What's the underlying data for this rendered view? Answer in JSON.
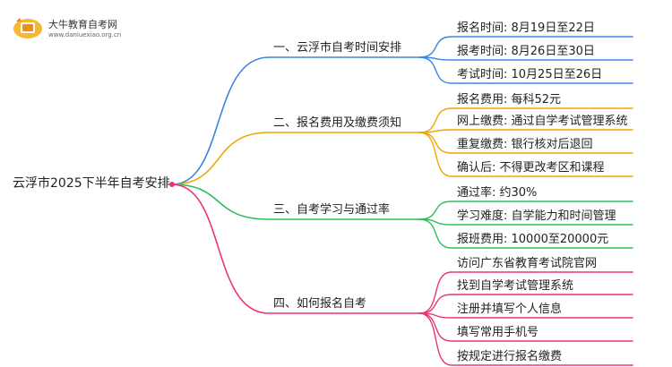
{
  "logo": {
    "title": "大牛教育自考网",
    "url": "www.daniuexiao.org.cn"
  },
  "root": "云浮市2025下半年自考安排",
  "colors": {
    "blue": "#3a85e0",
    "orange": "#f0a500",
    "green": "#2ebd5c",
    "pink": "#e8357a"
  },
  "branches": [
    {
      "label": "一、云浮市自考时间安排",
      "color": "blue",
      "leaves": [
        "报名时间: 8月19日至22日",
        "报考时间: 8月26日至30日",
        "考试时间: 10月25日至26日"
      ]
    },
    {
      "label": "二、报名费用及缴费须知",
      "color": "orange",
      "leaves": [
        "报名费用: 每科52元",
        "网上缴费: 通过自学考试管理系统",
        "重复缴费: 银行核对后退回",
        "确认后: 不得更改考区和课程"
      ]
    },
    {
      "label": "三、自考学习与通过率",
      "color": "green",
      "leaves": [
        "通过率: 约30%",
        "学习难度: 自学能力和时间管理",
        "报班费用: 10000至20000元"
      ]
    },
    {
      "label": "四、如何报名自考",
      "color": "pink",
      "leaves": [
        "访问广东省教育考试院官网",
        "找到自学考试管理系统",
        "注册并填写个人信息",
        "填写常用手机号",
        "按规定进行报名缴费"
      ]
    }
  ]
}
